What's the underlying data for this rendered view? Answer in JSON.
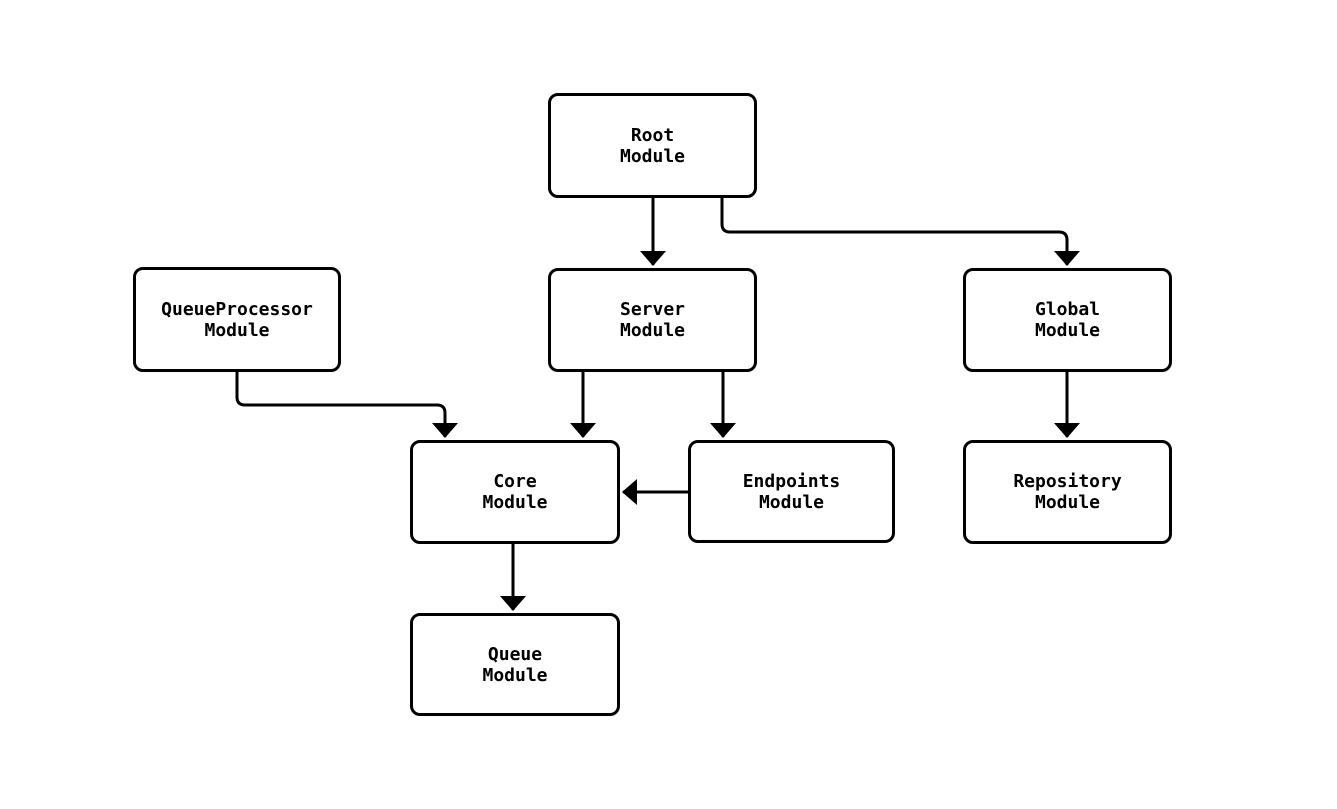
{
  "diagram": {
    "type": "flowchart",
    "background_color": "#ffffff",
    "stroke_color": "#000000",
    "text_color": "#000000",
    "nodes": {
      "root": {
        "label": "Root\nModule"
      },
      "queueprocessor": {
        "label": "QueueProcessor\nModule"
      },
      "server": {
        "label": "Server\nModule"
      },
      "global": {
        "label": "Global\nModule"
      },
      "core": {
        "label": "Core\nModule"
      },
      "endpoints": {
        "label": "Endpoints\nModule"
      },
      "repository": {
        "label": "Repository\nModule"
      },
      "queue": {
        "label": "Queue\nModule"
      }
    },
    "edges": [
      {
        "from": "Root Module",
        "to": "Server Module"
      },
      {
        "from": "Root Module",
        "to": "Global Module"
      },
      {
        "from": "QueueProcessor Module",
        "to": "Core Module"
      },
      {
        "from": "Server Module",
        "to": "Core Module"
      },
      {
        "from": "Server Module",
        "to": "Endpoints Module"
      },
      {
        "from": "Endpoints Module",
        "to": "Core Module"
      },
      {
        "from": "Global Module",
        "to": "Repository Module"
      },
      {
        "from": "Core Module",
        "to": "Queue Module"
      }
    ]
  }
}
